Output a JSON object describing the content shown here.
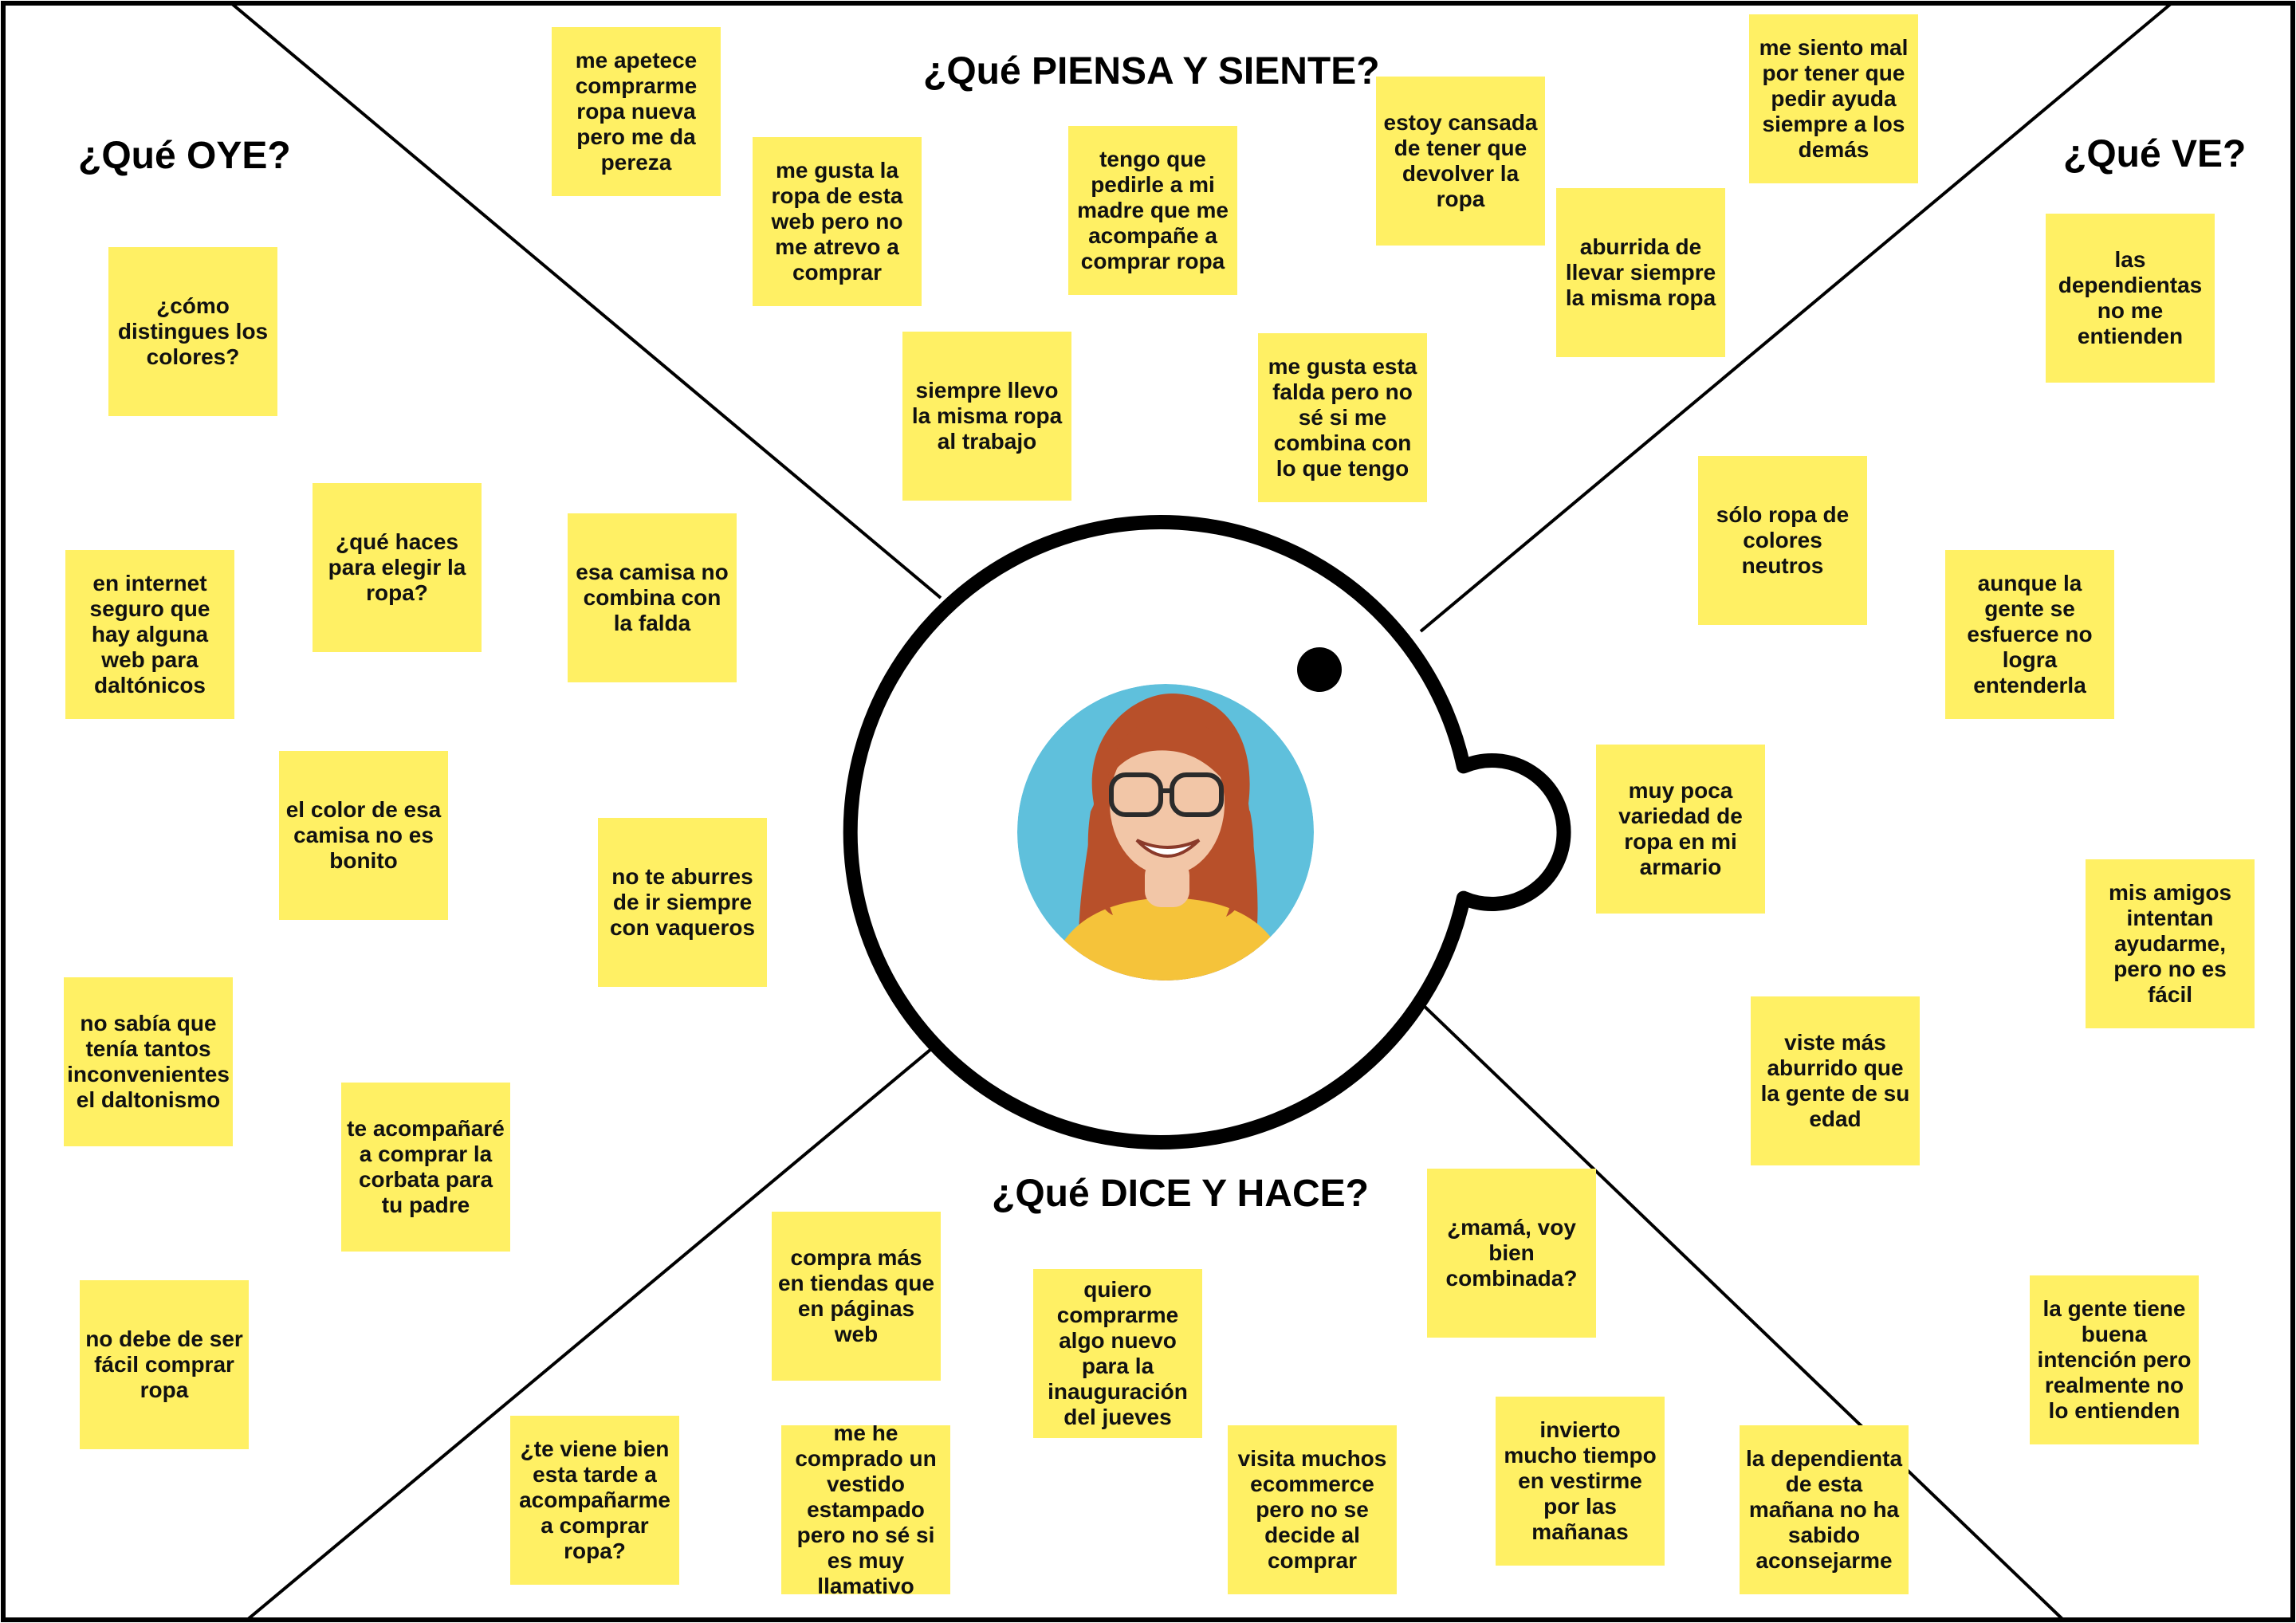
{
  "headings": {
    "piensa": "¿Qué PIENSA Y SIENTE?",
    "oye": "¿Qué OYE?",
    "ve": "¿Qué VE?",
    "dice": "¿Qué DICE Y HACE?"
  },
  "persona": {
    "icon": "persona-photo-red-haired-woman-glasses",
    "colors": {
      "sky": "#5fc0dc",
      "hair": "#b8502a",
      "skin": "#f2c6a7",
      "shirt": "#f5c33a",
      "glasses": "#2b2b2b"
    }
  },
  "colors": {
    "note": "#fff064",
    "ink": "#000000",
    "board": "#ffffff"
  },
  "notes": {
    "piensa": [
      "me apetece comprarme ropa nueva pero me da pereza",
      "me gusta la ropa de esta web pero no me atrevo a comprar",
      "tengo que pedirle a mi madre que me acompañe a comprar ropa",
      "estoy cansada de tener que devolver la ropa",
      "me siento mal por tener que pedir ayuda siempre a los demás",
      "aburrida de llevar siempre la misma ropa",
      "siempre llevo la misma ropa al trabajo",
      "me gusta esta falda pero no sé si me combina con lo que tengo"
    ],
    "oye": [
      "¿cómo distingues los colores?",
      "¿qué haces para elegir la ropa?",
      "en internet seguro que hay alguna web para daltónicos",
      "esa camisa no combina con la falda",
      "el color de esa camisa no es bonito",
      "no te aburres de ir siempre con vaqueros",
      "no sabía que tenía tantos inconvenientes el daltonismo",
      "te acompañaré a comprar la corbata para tu padre",
      "no debe de ser fácil comprar ropa"
    ],
    "ve": [
      "las dependientas no me entienden",
      "sólo ropa de colores neutros",
      "aunque la gente se esfuerce no logra entenderla",
      "muy poca variedad de ropa en mi armario",
      "mis amigos intentan ayudarme, pero no es fácil",
      "viste más aburrido que la gente de su edad",
      "la gente tiene buena intención pero realmente no lo entienden"
    ],
    "dice": [
      "¿mamá, voy bien combinada?",
      "compra más en tiendas que en páginas web",
      "quiero comprarme algo nuevo para la inauguración del jueves",
      "¿te viene bien esta tarde a acompañarme a comprar ropa?",
      "me he comprado un vestido estampado pero no sé si es muy llamativo",
      "visita muchos ecommerce pero no se decide al comprar",
      "invierto mucho tiempo en vestirme por las mañanas",
      "la dependienta de esta mañana no ha sabido aconsejarme"
    ]
  }
}
